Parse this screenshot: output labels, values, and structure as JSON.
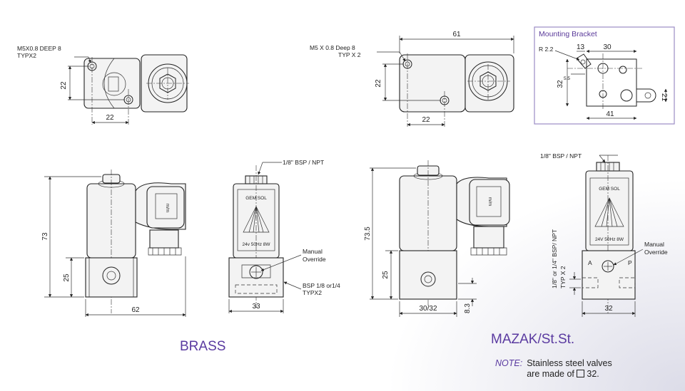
{
  "top_left": {
    "callout": [
      "M5X0.8 DEEP 8",
      "TYPX2"
    ],
    "dim_height": "22",
    "dim_width": "22"
  },
  "top_mid": {
    "callout": [
      "M5 X 0.8 Deep 8",
      "TYP X 2"
    ],
    "dim_length": "61",
    "dim_height": "22",
    "dim_width": "22"
  },
  "bracket": {
    "title": "Mounting Bracket",
    "r_label": "R 2.2",
    "dims": [
      "13",
      "30",
      "5.5",
      "32",
      "21",
      "41"
    ]
  },
  "brass_side": {
    "dim_height": "73",
    "dim_base": "25",
    "dim_width": "62"
  },
  "brass_front": {
    "port_label": "1/8\" BSP / NPT",
    "brand": "GEM SOL",
    "rating": "24v 50Hz 8W",
    "manual_label": [
      "Manual",
      "Override"
    ],
    "bsp_label": [
      "BSP 1/8 or1/4",
      "TYPX2"
    ],
    "dim_width": "33"
  },
  "mazak_side": {
    "dim_height": "73.5",
    "dim_base": "25",
    "dim_width": "30/32",
    "dim_offset": "8.3"
  },
  "mazak_front": {
    "port_label": "1/8\" BSP / NPT",
    "brand": "GEM SOL",
    "rating": "24V 50Hz 8W",
    "side_label": [
      "1/8\" or 1/4\" BSP/ NPT",
      "TYP X 2"
    ],
    "manual_label": [
      "Manual",
      "Override"
    ],
    "port_a": "A",
    "port_p": "P",
    "dim_width": "32"
  },
  "labels": {
    "brass": "BRASS",
    "mazak": "MAZAK/St.St.",
    "note_label": "NOTE:",
    "note_line1": "Stainless steel valves",
    "note_line2_prefix": "are made of",
    "note_line2_value": "32."
  },
  "colors": {
    "accent": "#5a3aa0",
    "line": "#222222",
    "bracket_border": "#9b8cc4"
  }
}
